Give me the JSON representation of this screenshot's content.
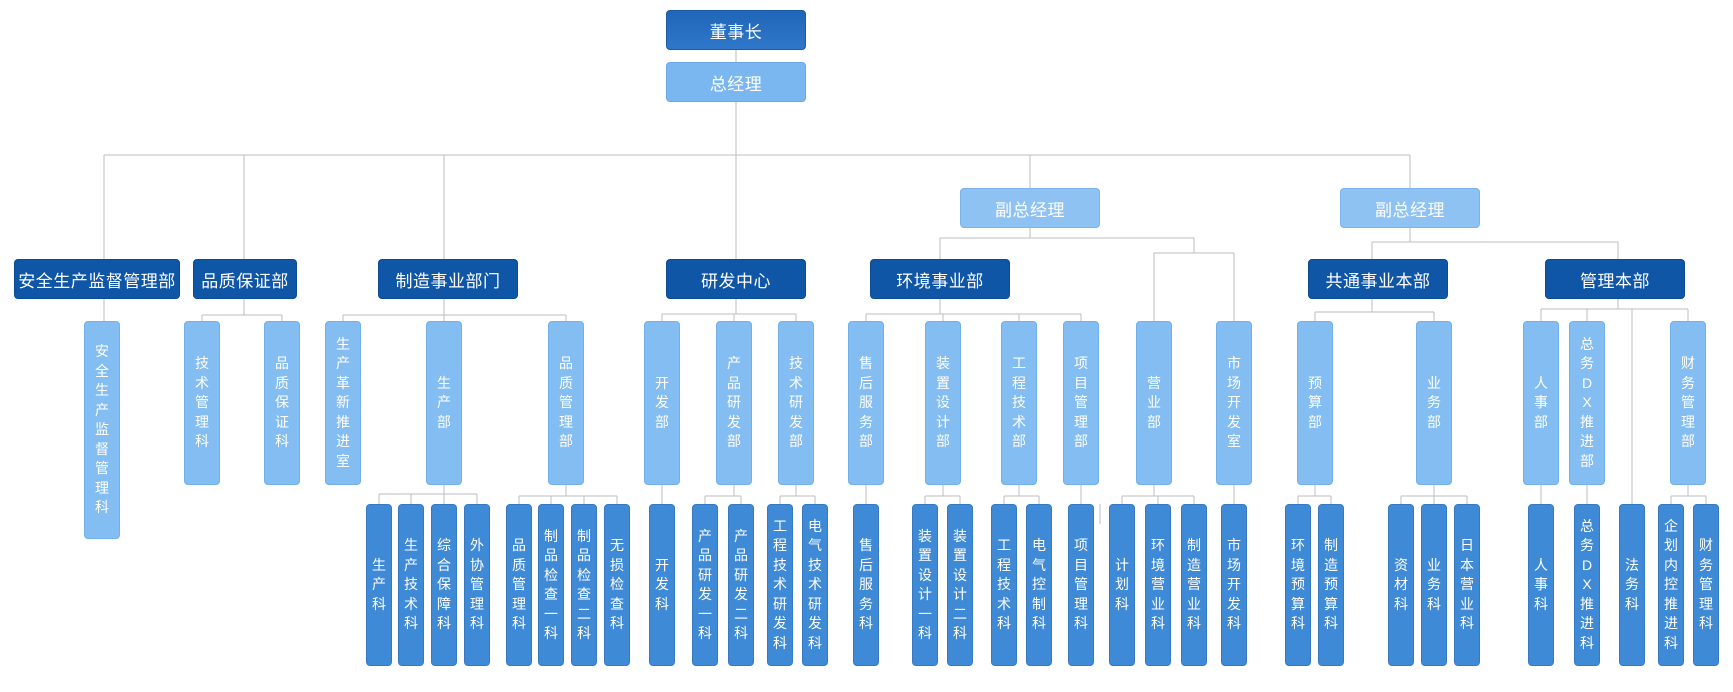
{
  "org": {
    "chairman": "董事长",
    "president": "总经理",
    "vice_president_1": "副总经理",
    "vice_president_2": "副总经理",
    "departments": {
      "safety": "安全生产监督管理部",
      "quality": "品质保证部",
      "manufacturing": "制造事业部门",
      "rnd": "研发中心",
      "environment": "环境事业部",
      "common": "共通事业本部",
      "management": "管理本部"
    },
    "sections": {
      "safety_mgmt": "安全生产监督管理科",
      "tech_mgmt": "技术管理科",
      "quality_assure": "品质保证科",
      "prod_innovation": "生产革新推进室",
      "production": "生产部",
      "quality_mgmt": "品质管理部",
      "development": "开发部",
      "product_rnd": "产品研发部",
      "tech_rnd": "技术研发部",
      "after_sales": "售后服务部",
      "equipment_design": "装置设计部",
      "engineering_tech": "工程技术部",
      "project_mgmt": "项目管理部",
      "sales": "营业部",
      "market_dev": "市场开发室",
      "budget": "预算部",
      "business": "业务部",
      "hr": "人事部",
      "general_dx": "总务DX推进部",
      "finance": "财务管理部"
    },
    "units": {
      "production_sec": "生产科",
      "production_tech": "生产技术科",
      "general_support": "综合保障科",
      "outsourcing": "外协管理科",
      "quality_sec": "品质管理科",
      "inspection_1": "制品检查一科",
      "inspection_2": "制品检查二科",
      "ndt": "无损检查科",
      "dev_sec": "开发科",
      "product_dev_1": "产品研发一科",
      "product_dev_2": "产品研发二科",
      "eng_tech_rnd": "工程技术研发科",
      "elec_tech_rnd": "电气技术研发科",
      "after_sales_sec": "售后服务科",
      "equip_design_1": "装置设计一科",
      "equip_design_2": "装置设计二科",
      "eng_tech_sec": "工程技术科",
      "elec_control": "电气控制科",
      "project_sec": "项目管理科",
      "planning": "计划科",
      "env_sales": "环境营业科",
      "mfg_sales": "制造营业科",
      "market_dev_sec": "市场开发科",
      "env_budget": "环境预算科",
      "mfg_budget": "制造预算科",
      "materials": "资材科",
      "business_sec": "业务科",
      "japan_sales": "日本营业科",
      "hr_sec": "人事科",
      "general_dx_sec": "总务DX推进科",
      "legal": "法务科",
      "internal_control": "企划内控推进科",
      "finance_sec": "财务管理科"
    }
  }
}
